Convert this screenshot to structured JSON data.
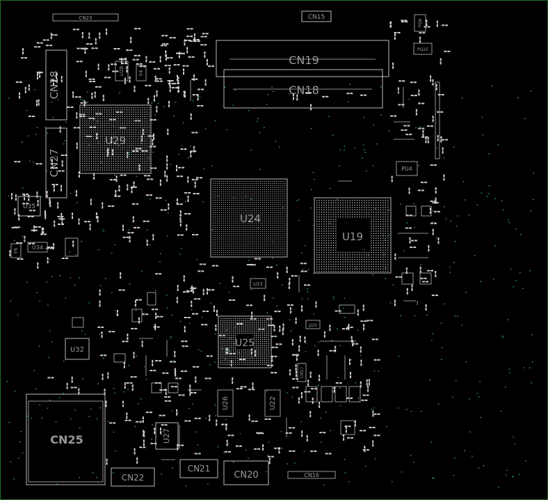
{
  "board": {
    "border_color": "#1f6b1f",
    "silk_color": "#bdbdbd",
    "via_color": "#2f8f8a"
  },
  "components": {
    "cn15": "CN15",
    "cn19": "CN19",
    "cn18": "CN18",
    "cn23": "CN23",
    "cn28": "CN28",
    "cn27": "CN27",
    "u29": "U29",
    "u28": "U28",
    "y4": "Y4",
    "u24": "U24",
    "u19": "U19",
    "u25": "U25",
    "u23": "U23",
    "u20": "U20",
    "u35": "U35",
    "u34": "U34",
    "y6": "Y6",
    "u32": "U32",
    "cn25": "CN25",
    "u27": "U27",
    "cn22": "CN22",
    "cn21": "CN21",
    "cn20": "CN20",
    "cn16": "CN16",
    "u26": "U26",
    "u22": "U22",
    "pu4": "PU4",
    "pq25": "PQ25",
    "pq8": "PQ8",
    "cn17": "CN17"
  }
}
